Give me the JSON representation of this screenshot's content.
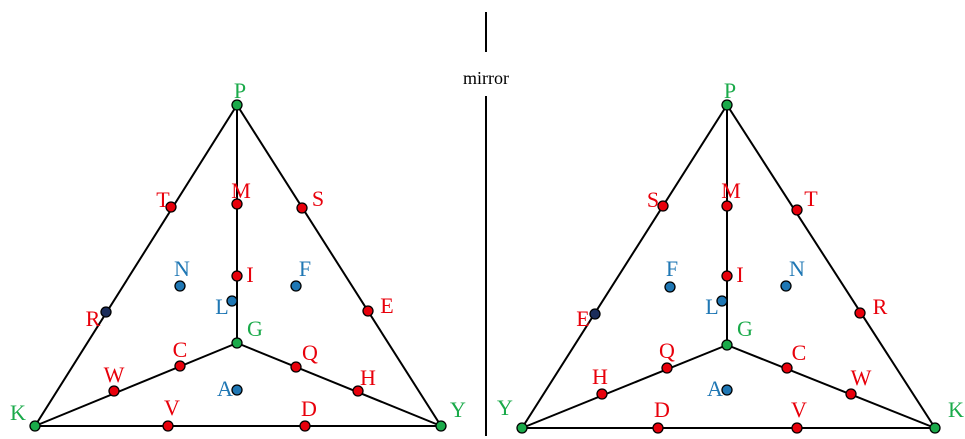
{
  "mirror_label": "mirror",
  "colors": {
    "red": "#e8000b",
    "green": "#1aaa4a",
    "blue": "#1f77b4",
    "navy": "#1a2c5a",
    "line": "#000000"
  },
  "triangles": [
    {
      "name": "left-triangle",
      "vertices": [
        {
          "label": "P",
          "color": "green"
        },
        {
          "label": "K",
          "color": "green"
        },
        {
          "label": "Y",
          "color": "green"
        }
      ],
      "center": {
        "label": "G",
        "color": "green"
      },
      "points": [
        {
          "label": "M",
          "color": "red",
          "dot": "red"
        },
        {
          "label": "I",
          "color": "red",
          "dot": "red"
        },
        {
          "label": "L",
          "color": "blue",
          "dot": "blue"
        },
        {
          "label": "T",
          "color": "red",
          "dot": "red"
        },
        {
          "label": "S",
          "color": "red",
          "dot": "red"
        },
        {
          "label": "R",
          "color": "red",
          "dot": "navy"
        },
        {
          "label": "E",
          "color": "red",
          "dot": "red"
        },
        {
          "label": "N",
          "color": "blue",
          "dot": "blue"
        },
        {
          "label": "F",
          "color": "blue",
          "dot": "blue"
        },
        {
          "label": "C",
          "color": "red",
          "dot": "red"
        },
        {
          "label": "Q",
          "color": "red",
          "dot": "red"
        },
        {
          "label": "W",
          "color": "red",
          "dot": "red"
        },
        {
          "label": "H",
          "color": "red",
          "dot": "red"
        },
        {
          "label": "A",
          "color": "blue",
          "dot": "blue"
        },
        {
          "label": "V",
          "color": "red",
          "dot": "red"
        },
        {
          "label": "D",
          "color": "red",
          "dot": "red"
        }
      ]
    },
    {
      "name": "right-triangle",
      "vertices": [
        {
          "label": "P",
          "color": "green"
        },
        {
          "label": "Y",
          "color": "green"
        },
        {
          "label": "K",
          "color": "green"
        }
      ],
      "center": {
        "label": "G",
        "color": "green"
      },
      "points": [
        {
          "label": "M",
          "color": "red",
          "dot": "red"
        },
        {
          "label": "I",
          "color": "red",
          "dot": "red"
        },
        {
          "label": "L",
          "color": "blue",
          "dot": "blue"
        },
        {
          "label": "S",
          "color": "red",
          "dot": "red"
        },
        {
          "label": "T",
          "color": "red",
          "dot": "red"
        },
        {
          "label": "E",
          "color": "red",
          "dot": "navy"
        },
        {
          "label": "R",
          "color": "red",
          "dot": "red"
        },
        {
          "label": "F",
          "color": "blue",
          "dot": "blue"
        },
        {
          "label": "N",
          "color": "blue",
          "dot": "blue"
        },
        {
          "label": "Q",
          "color": "red",
          "dot": "red"
        },
        {
          "label": "C",
          "color": "red",
          "dot": "red"
        },
        {
          "label": "H",
          "color": "red",
          "dot": "red"
        },
        {
          "label": "W",
          "color": "red",
          "dot": "red"
        },
        {
          "label": "A",
          "color": "blue",
          "dot": "blue"
        },
        {
          "label": "D",
          "color": "red",
          "dot": "red"
        },
        {
          "label": "V",
          "color": "red",
          "dot": "red"
        }
      ]
    }
  ]
}
